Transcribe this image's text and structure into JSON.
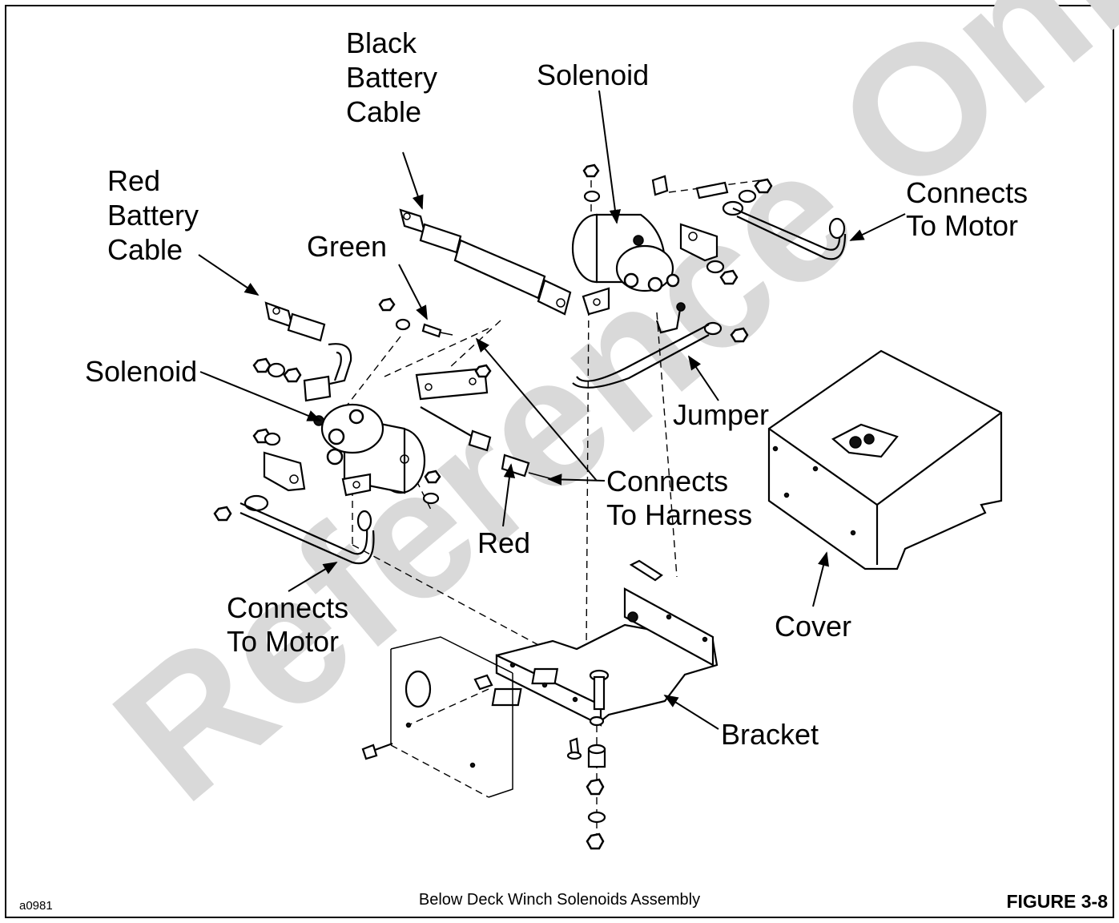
{
  "watermark": "Reference Only",
  "labels": {
    "black_battery_cable": [
      "Black",
      "Battery",
      "Cable"
    ],
    "solenoid_top": "Solenoid",
    "red_battery_cable": [
      "Red",
      "Battery",
      "Cable"
    ],
    "green": "Green",
    "connects_to_motor_right": [
      "Connects",
      "To Motor"
    ],
    "solenoid_left": "Solenoid",
    "jumper": "Jumper",
    "connects_to_harness": [
      "Connects",
      "To Harness"
    ],
    "red": "Red",
    "connects_to_motor_left": [
      "Connects",
      "To Motor"
    ],
    "cover": "Cover",
    "bracket": "Bracket"
  },
  "footer": {
    "drawing_id": "a0981",
    "caption": "Below Deck Winch Solenoids Assembly",
    "figure": "FIGURE 3-8"
  }
}
